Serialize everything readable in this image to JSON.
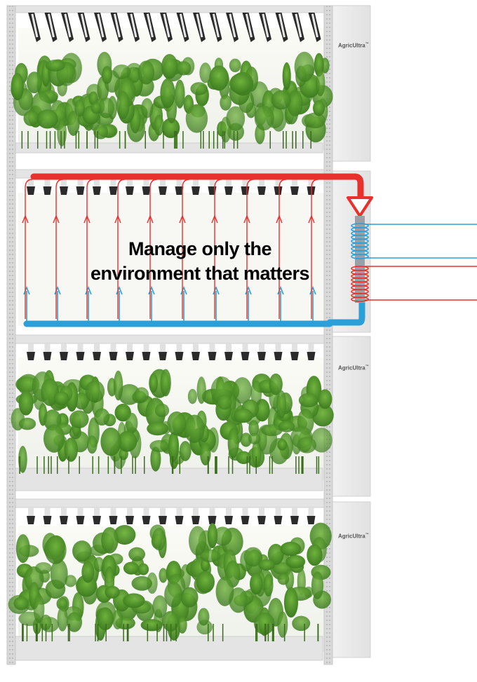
{
  "headline": {
    "line1": "Manage only the",
    "line2": "environment that matters"
  },
  "brand": {
    "name": "AgricUltra",
    "trademark": "™"
  },
  "colors": {
    "hot_air": "#e8302c",
    "cold_air": "#2a9fd8",
    "rack_frame": "#dcdcdc",
    "cabinet": "#e9e9e9",
    "foliage": "#4f8f2a"
  },
  "icons": [
    "airflow-arrow-icon",
    "downflow-arrow-icon",
    "heat-exchanger-coil-icon",
    "grow-light-icon"
  ]
}
